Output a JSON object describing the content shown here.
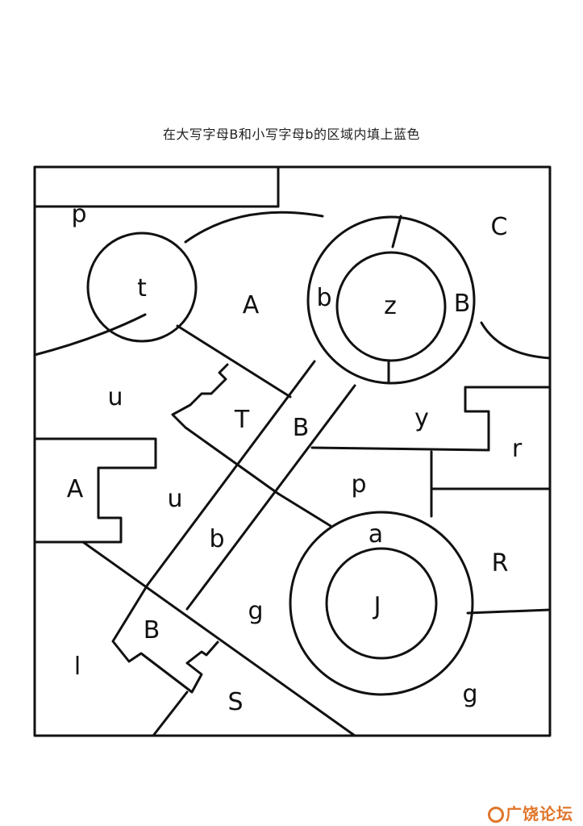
{
  "instruction": "在大写字母B和小写字母b的区域内填上蓝色",
  "regions": [
    {
      "id": "top-left",
      "letter": "p"
    },
    {
      "id": "small-circle",
      "letter": "t"
    },
    {
      "id": "dome",
      "letter": "A"
    },
    {
      "id": "ring-left",
      "letter": "b"
    },
    {
      "id": "ring-inner",
      "letter": "z"
    },
    {
      "id": "ring-right",
      "letter": "B"
    },
    {
      "id": "top-right",
      "letter": "C"
    },
    {
      "id": "left-band",
      "letter": "u"
    },
    {
      "id": "key-tooth",
      "letter": "T"
    },
    {
      "id": "key-shaft-upper",
      "letter": "B"
    },
    {
      "id": "right-band",
      "letter": "y"
    },
    {
      "id": "right-notch",
      "letter": "r"
    },
    {
      "id": "left-notch",
      "letter": "A"
    },
    {
      "id": "middle-left",
      "letter": "u"
    },
    {
      "id": "middle-right",
      "letter": "p"
    },
    {
      "id": "key-shaft-lower",
      "letter": "b"
    },
    {
      "id": "outer-ring-bottom",
      "letter": "a"
    },
    {
      "id": "lower-right",
      "letter": "R"
    },
    {
      "id": "inner-circle-bottom",
      "letter": "J"
    },
    {
      "id": "key-bottom-middle",
      "letter": "g"
    },
    {
      "id": "key-head",
      "letter": "B"
    },
    {
      "id": "bottom-left",
      "letter": "l"
    },
    {
      "id": "bottom-middle",
      "letter": "S"
    },
    {
      "id": "bottom-right",
      "letter": "g"
    }
  ],
  "watermark": "广饶论坛",
  "line_color": "#111111"
}
